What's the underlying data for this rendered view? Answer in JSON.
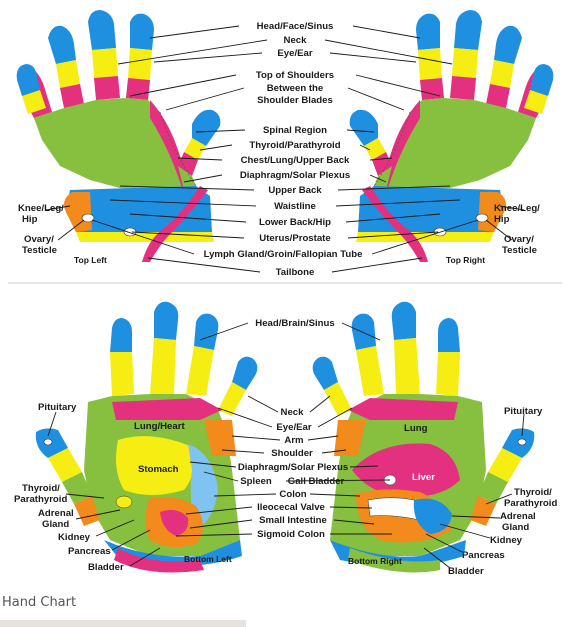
{
  "caption": "Hand Chart",
  "colors": {
    "blue": "#1f8fe0",
    "yellow": "#f6ee12",
    "magenta": "#e3307f",
    "green": "#87bf3f",
    "orange": "#f28a1c",
    "lightblue": "#7fc3f0"
  },
  "top": {
    "center_labels": [
      "Head/Face/Sinus",
      "Neck",
      "Eye/Ear",
      "Top of Shoulders",
      "Between the",
      "Shoulder Blades",
      "Spinal Region",
      "Thyroid/Parathyroid",
      "Chest/Lung/Upper Back",
      "Diaphragm/Solar Plexus",
      "Upper Back",
      "Waistline",
      "Lower Back/Hip",
      "Uterus/Prostate",
      "Lymph Gland/Groin/Fallopian Tube",
      "Tailbone"
    ],
    "left_side": {
      "knee": [
        "Knee/Leg/",
        "Hip"
      ],
      "ovary": [
        "Ovary/",
        "Testicle"
      ],
      "title": "Top Left"
    },
    "right_side": {
      "knee": [
        "Knee/Leg/",
        "Hip"
      ],
      "ovary": [
        "Ovary/",
        "Testicle"
      ],
      "title": "Top Right"
    }
  },
  "bottom": {
    "center_labels": [
      "Head/Brain/Sinus",
      "Neck",
      "Eye/Ear",
      "Arm",
      "Shoulder",
      "Diaphragm/Solar Plexus",
      "Spleen",
      "Gall Bladder",
      "Colon",
      "Ileocecal Valve",
      "Small Intestine",
      "Sigmoid Colon"
    ],
    "left": {
      "pituitary": "Pituitary",
      "lung": "Lung/Heart",
      "stomach": "Stomach",
      "thyroid": [
        "Thyroid/",
        "Parathyroid"
      ],
      "adrenal": [
        "Adrenal",
        "Gland"
      ],
      "kidney": "Kidney",
      "pancreas": "Pancreas",
      "bladder": "Bladder",
      "title": "Bottom Left"
    },
    "right": {
      "pituitary": "Pituitary",
      "lung": "Lung",
      "liver": "Liver",
      "thyroid": [
        "Thyroid/",
        "Parathyroid"
      ],
      "adrenal": [
        "Adrenal",
        "Gland"
      ],
      "kidney": "Kidney",
      "pancreas": "Pancreas",
      "bladder": "Bladder",
      "title": "Bottom Right"
    }
  }
}
